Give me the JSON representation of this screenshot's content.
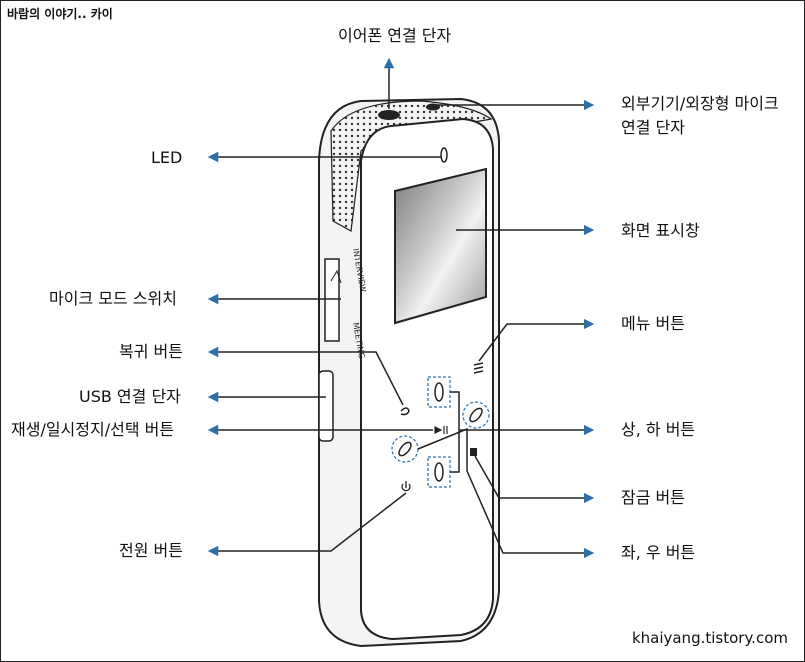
{
  "watermark_top_left": "바람의 이야기.. 카이",
  "watermark_bottom_right": "khaiyang.tistory.com",
  "labels": {
    "earphone": "이어폰 연결 단자",
    "external_mic_1": "외부기기/외장형 마이크",
    "external_mic_2": "연결 단자",
    "led": "LED",
    "display": "화면 표시창",
    "mic_mode": "마이크 모드 스위치",
    "menu": "메뉴 버튼",
    "back": "복귀 버튼",
    "usb": "USB 연결 단자",
    "play": "재생/일시정지/선택 버튼",
    "updown": "상, 하 버튼",
    "lock": "잠금 버튼",
    "power": "전원 버튼",
    "leftright": "좌, 우 버튼"
  },
  "device_text": {
    "interview": "INTERVIEW",
    "meeting": "MEETING"
  },
  "colors": {
    "arrow": "#2e6fa8",
    "line": "#222222"
  }
}
